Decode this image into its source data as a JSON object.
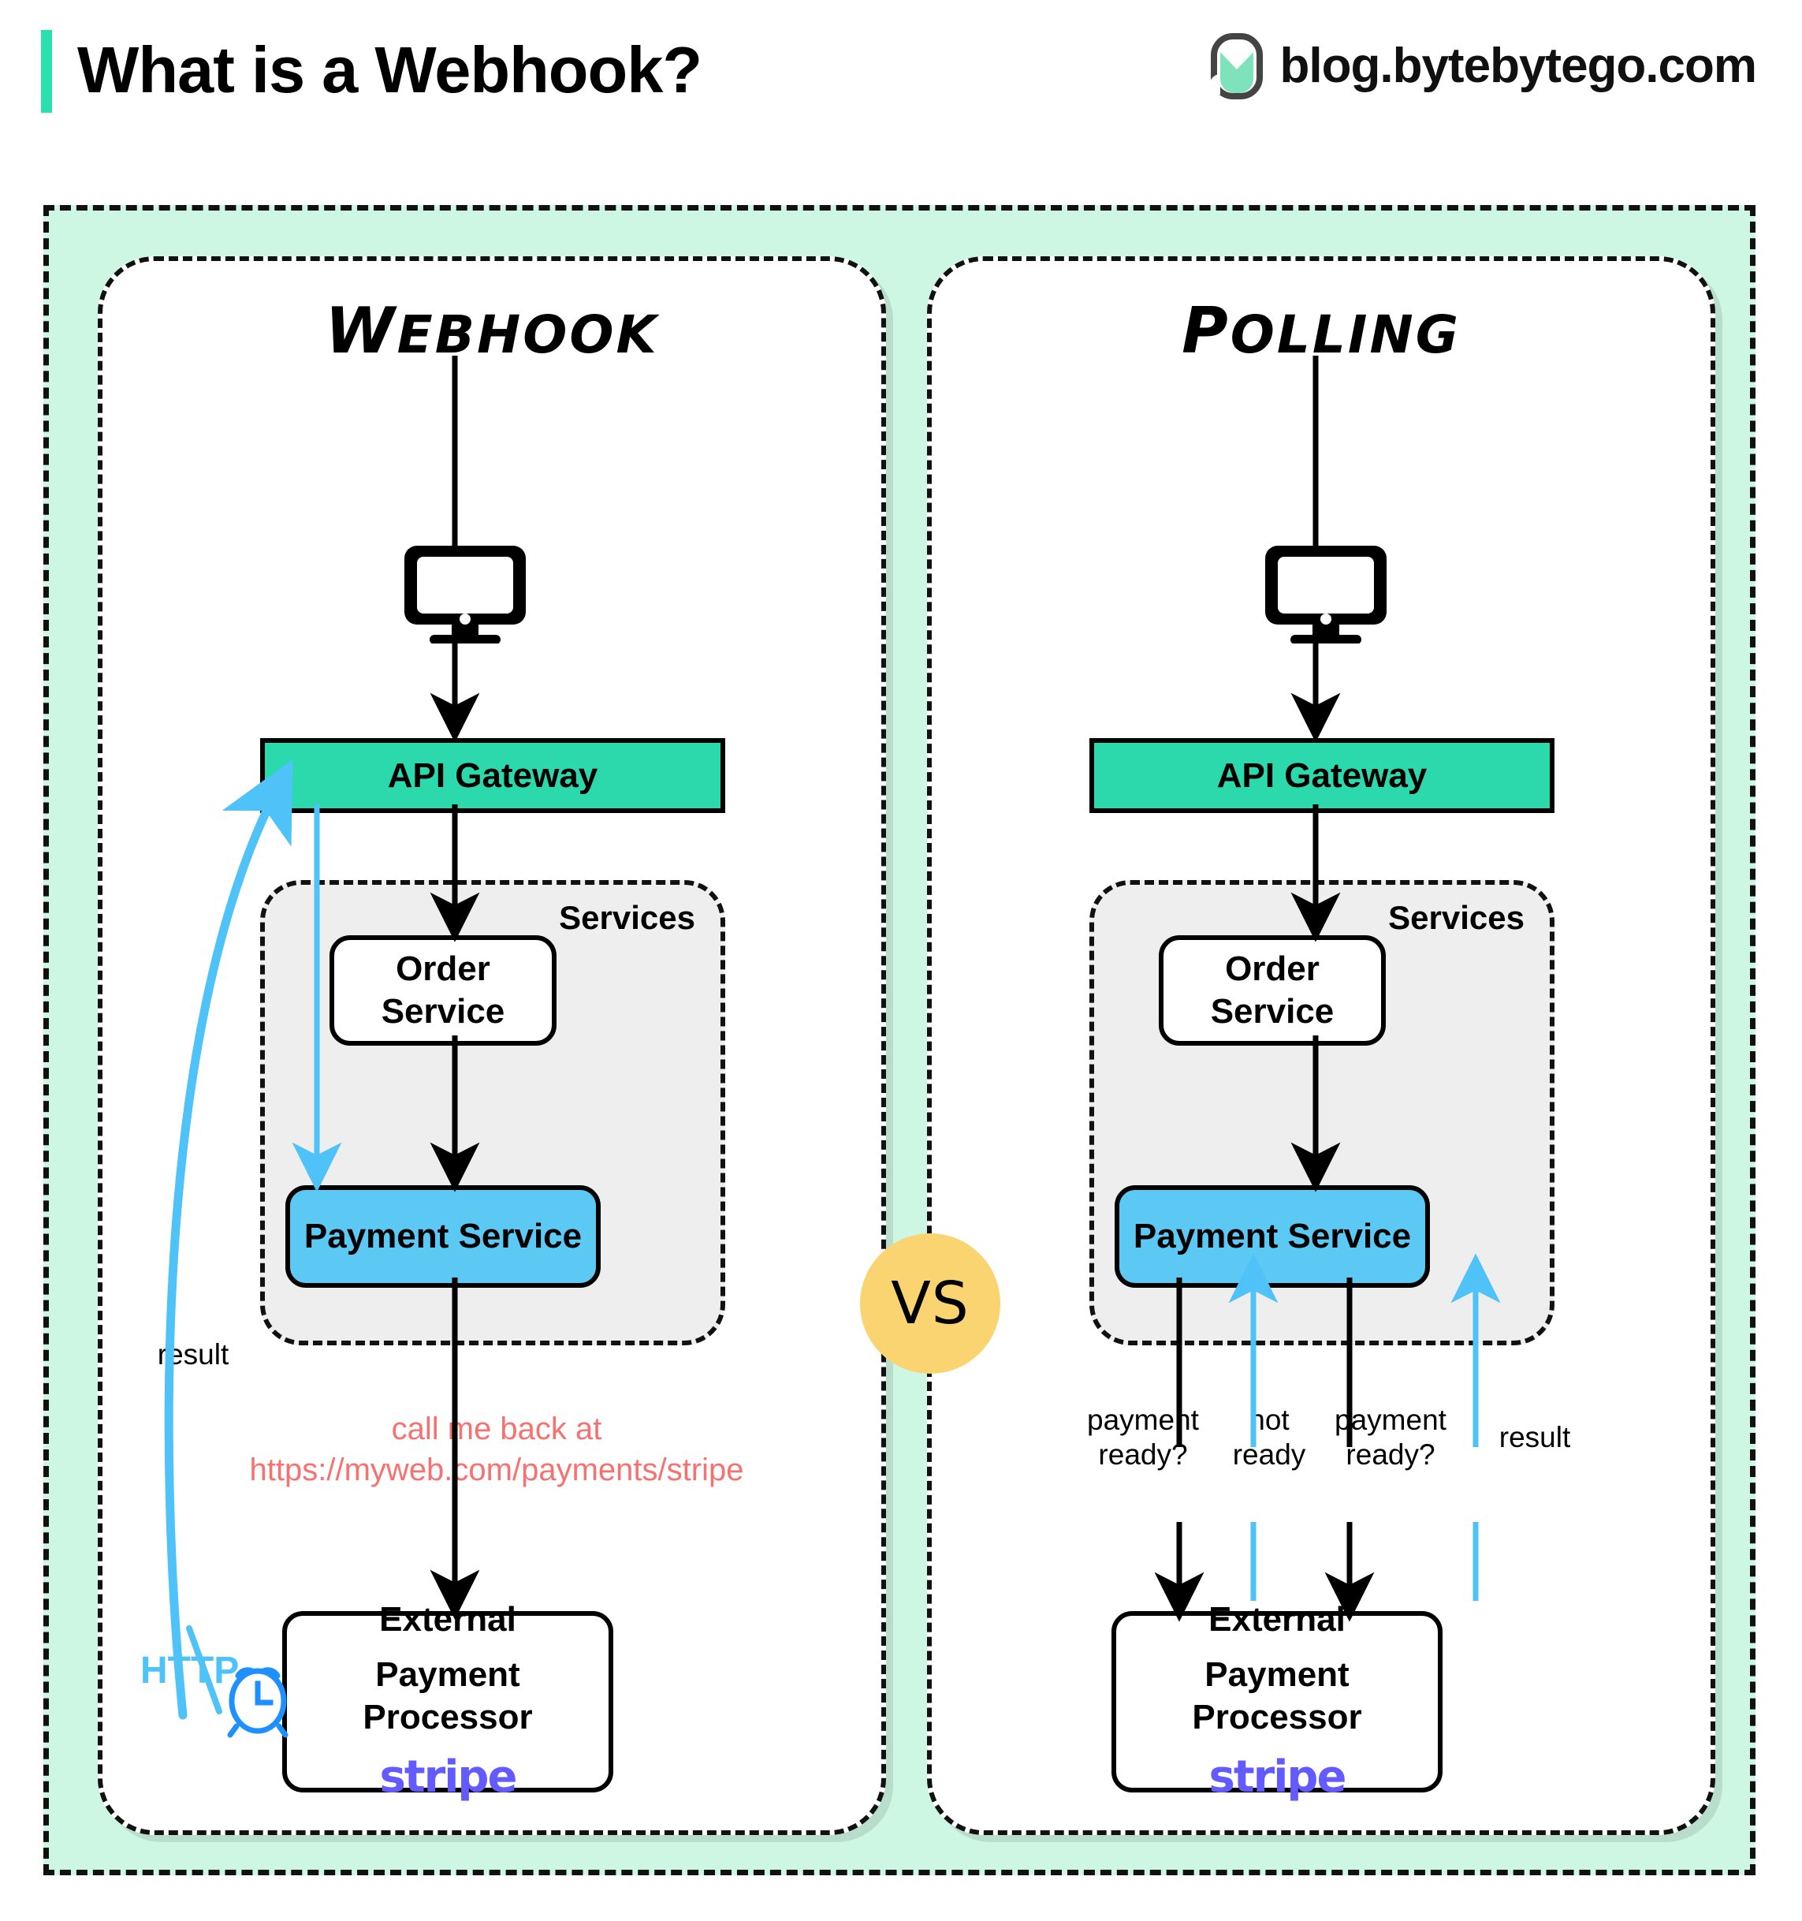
{
  "header": {
    "title": "What is a Webhook?",
    "brand_text": "blog.bytebytego.com",
    "logo_icon": "bytebytego-logo-icon",
    "accent_color": "#2BE0AC"
  },
  "compare_badge": {
    "label": "VS",
    "color": "#FBD472"
  },
  "colors": {
    "canvas_mint": "#CDF7E3",
    "gateway_teal": "#2BD9AC",
    "payment_blue": "#5CC9F5",
    "services_gray": "#EEEEEE",
    "callback_red": "#F87171",
    "http_blue": "#4FC3F7",
    "clock_blue": "#1E90FF",
    "stripe_purple": "#635BFF"
  },
  "panels": [
    {
      "id": "webhook",
      "title": "Webhook",
      "nodes": {
        "client_icon": "desktop-monitor-icon",
        "gateway": "API Gateway",
        "services_label": "Services",
        "order_service_line1": "Order",
        "order_service_line2": "Service",
        "payment_service": "Payment Service",
        "external_line1": "External",
        "external_line2": "Payment Processor",
        "stripe_logo": "stripe"
      },
      "annotations": {
        "callback_line1": "call me back at",
        "callback_line2": "https://myweb.com/payments/stripe",
        "result_label": "result",
        "http_label": "HTTP",
        "clock_icon": "alarm-clock-icon"
      }
    },
    {
      "id": "polling",
      "title": "Polling",
      "nodes": {
        "client_icon": "desktop-monitor-icon",
        "gateway": "API Gateway",
        "services_label": "Services",
        "order_service_line1": "Order",
        "order_service_line2": "Service",
        "payment_service": "Payment Service",
        "external_line1": "External",
        "external_line2": "Payment Processor",
        "stripe_logo": "stripe"
      },
      "annotations": {
        "poll1_line1": "payment",
        "poll1_line2": "ready?",
        "notready_line1": "not",
        "notready_line2": "ready",
        "poll2_line1": "payment",
        "poll2_line2": "ready?",
        "result_label": "result"
      }
    }
  ]
}
